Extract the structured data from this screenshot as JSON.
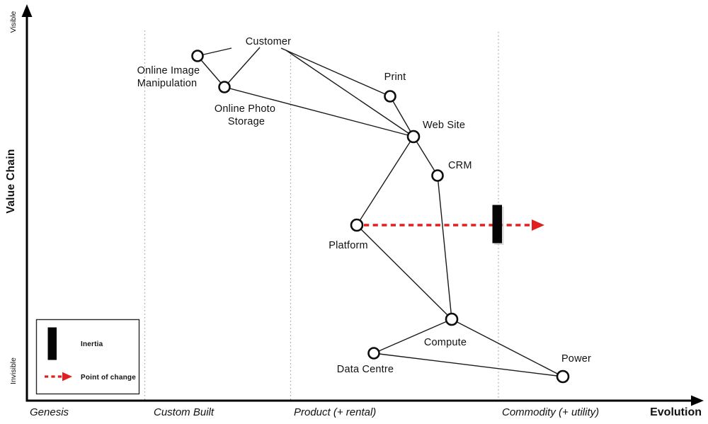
{
  "axes": {
    "y_axis_title": "Value Chain",
    "y_top_label": "Visible",
    "y_bottom_label": "Invisible",
    "x_axis_title": "Evolution",
    "stages": [
      "Genesis",
      "Custom Built",
      "Product (+ rental)",
      "Commodity (+ utility)"
    ]
  },
  "nodes": {
    "customer": "Customer",
    "online_image_manipulation": [
      "Online Image",
      "Manipulation"
    ],
    "online_photo_storage": [
      "Online Photo",
      "Storage"
    ],
    "print": "Print",
    "web_site": "Web Site",
    "crm": "CRM",
    "platform": "Platform",
    "compute": "Compute",
    "data_centre": "Data Centre",
    "power": "Power"
  },
  "edges": [
    [
      "customer",
      "online_image_manipulation"
    ],
    [
      "customer",
      "online_photo_storage"
    ],
    [
      "online_image_manipulation",
      "online_photo_storage"
    ],
    [
      "online_photo_storage",
      "web_site"
    ],
    [
      "customer",
      "print"
    ],
    [
      "customer",
      "web_site"
    ],
    [
      "print",
      "web_site"
    ],
    [
      "web_site",
      "crm"
    ],
    [
      "web_site",
      "platform"
    ],
    [
      "crm",
      "compute"
    ],
    [
      "platform",
      "compute"
    ],
    [
      "platform",
      "compute"
    ],
    [
      "compute",
      "data_centre"
    ],
    [
      "compute",
      "power"
    ],
    [
      "data_centre",
      "power"
    ]
  ],
  "legend": {
    "inertia_label": "Inertia",
    "point_of_change_label": "Point of change"
  },
  "colors": {
    "background": "#ffffff",
    "line": "#1a1a1a",
    "accent_red": "#e02020",
    "grid_dotted": "#a8a8a8",
    "inertia_bar": "#050505"
  }
}
